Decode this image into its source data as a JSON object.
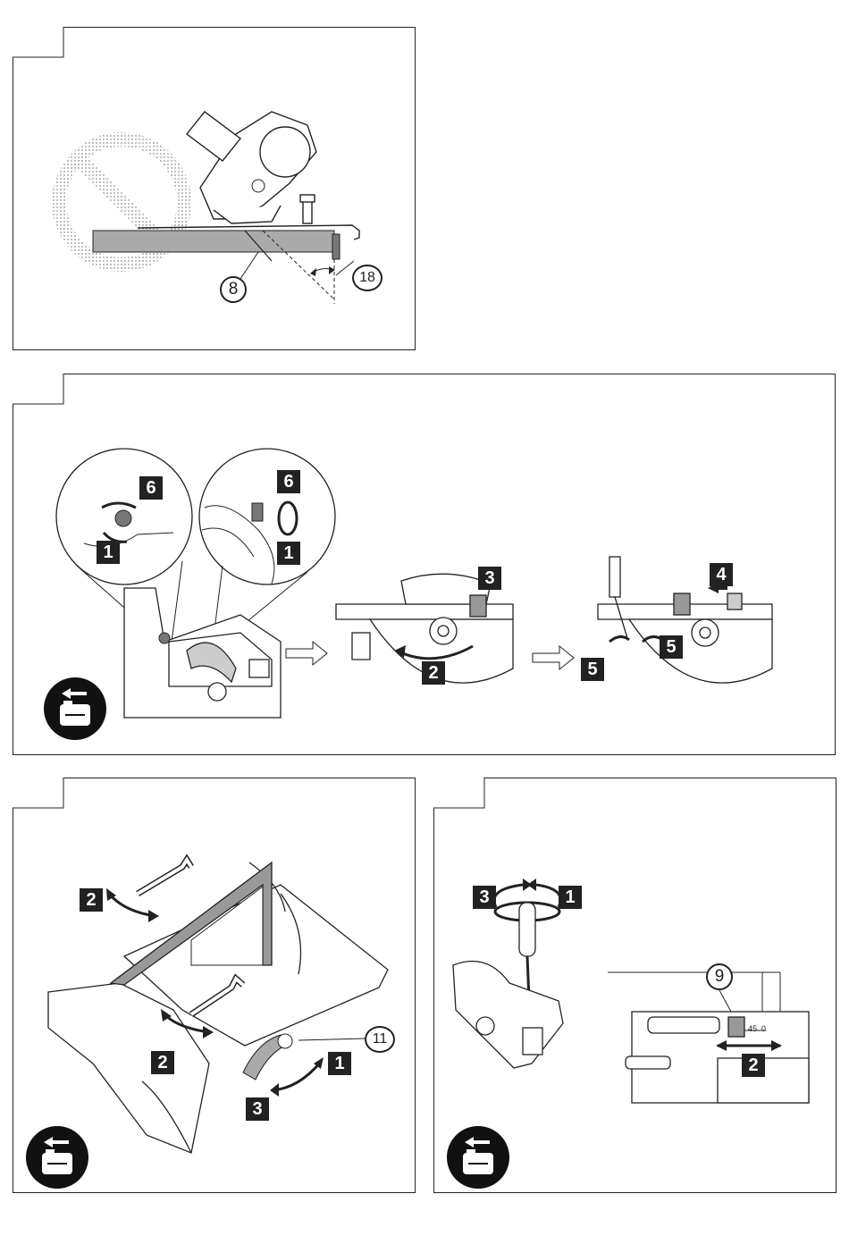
{
  "icons": {
    "prohibition": "prohibition-icon",
    "battery_removal": "battery-removal-icon",
    "block_arrow": "hollow-arrow-icon"
  },
  "panel1": {
    "callouts": [
      "8",
      "18"
    ]
  },
  "panel2": {
    "steps": {
      "detail_left_top": "6",
      "detail_left_bottom": "1",
      "detail_right_top": "6",
      "detail_right_bottom": "1",
      "view2_top": "3",
      "view2_bottom": "2",
      "view3_top": "4",
      "view3_left": "5",
      "view3_right": "5"
    }
  },
  "panel3": {
    "steps": {
      "top_left": "2",
      "mid_left": "2",
      "right": "1",
      "bottom": "3"
    },
    "callout": "11"
  },
  "panel4": {
    "steps": {
      "loosen": "3",
      "tighten": "1",
      "slide": "2"
    },
    "callout": "9",
    "scale_text": "45  0"
  },
  "colors": {
    "line": "#222222",
    "shade": "#9a9a9a",
    "dots": "#b5b5b5"
  }
}
